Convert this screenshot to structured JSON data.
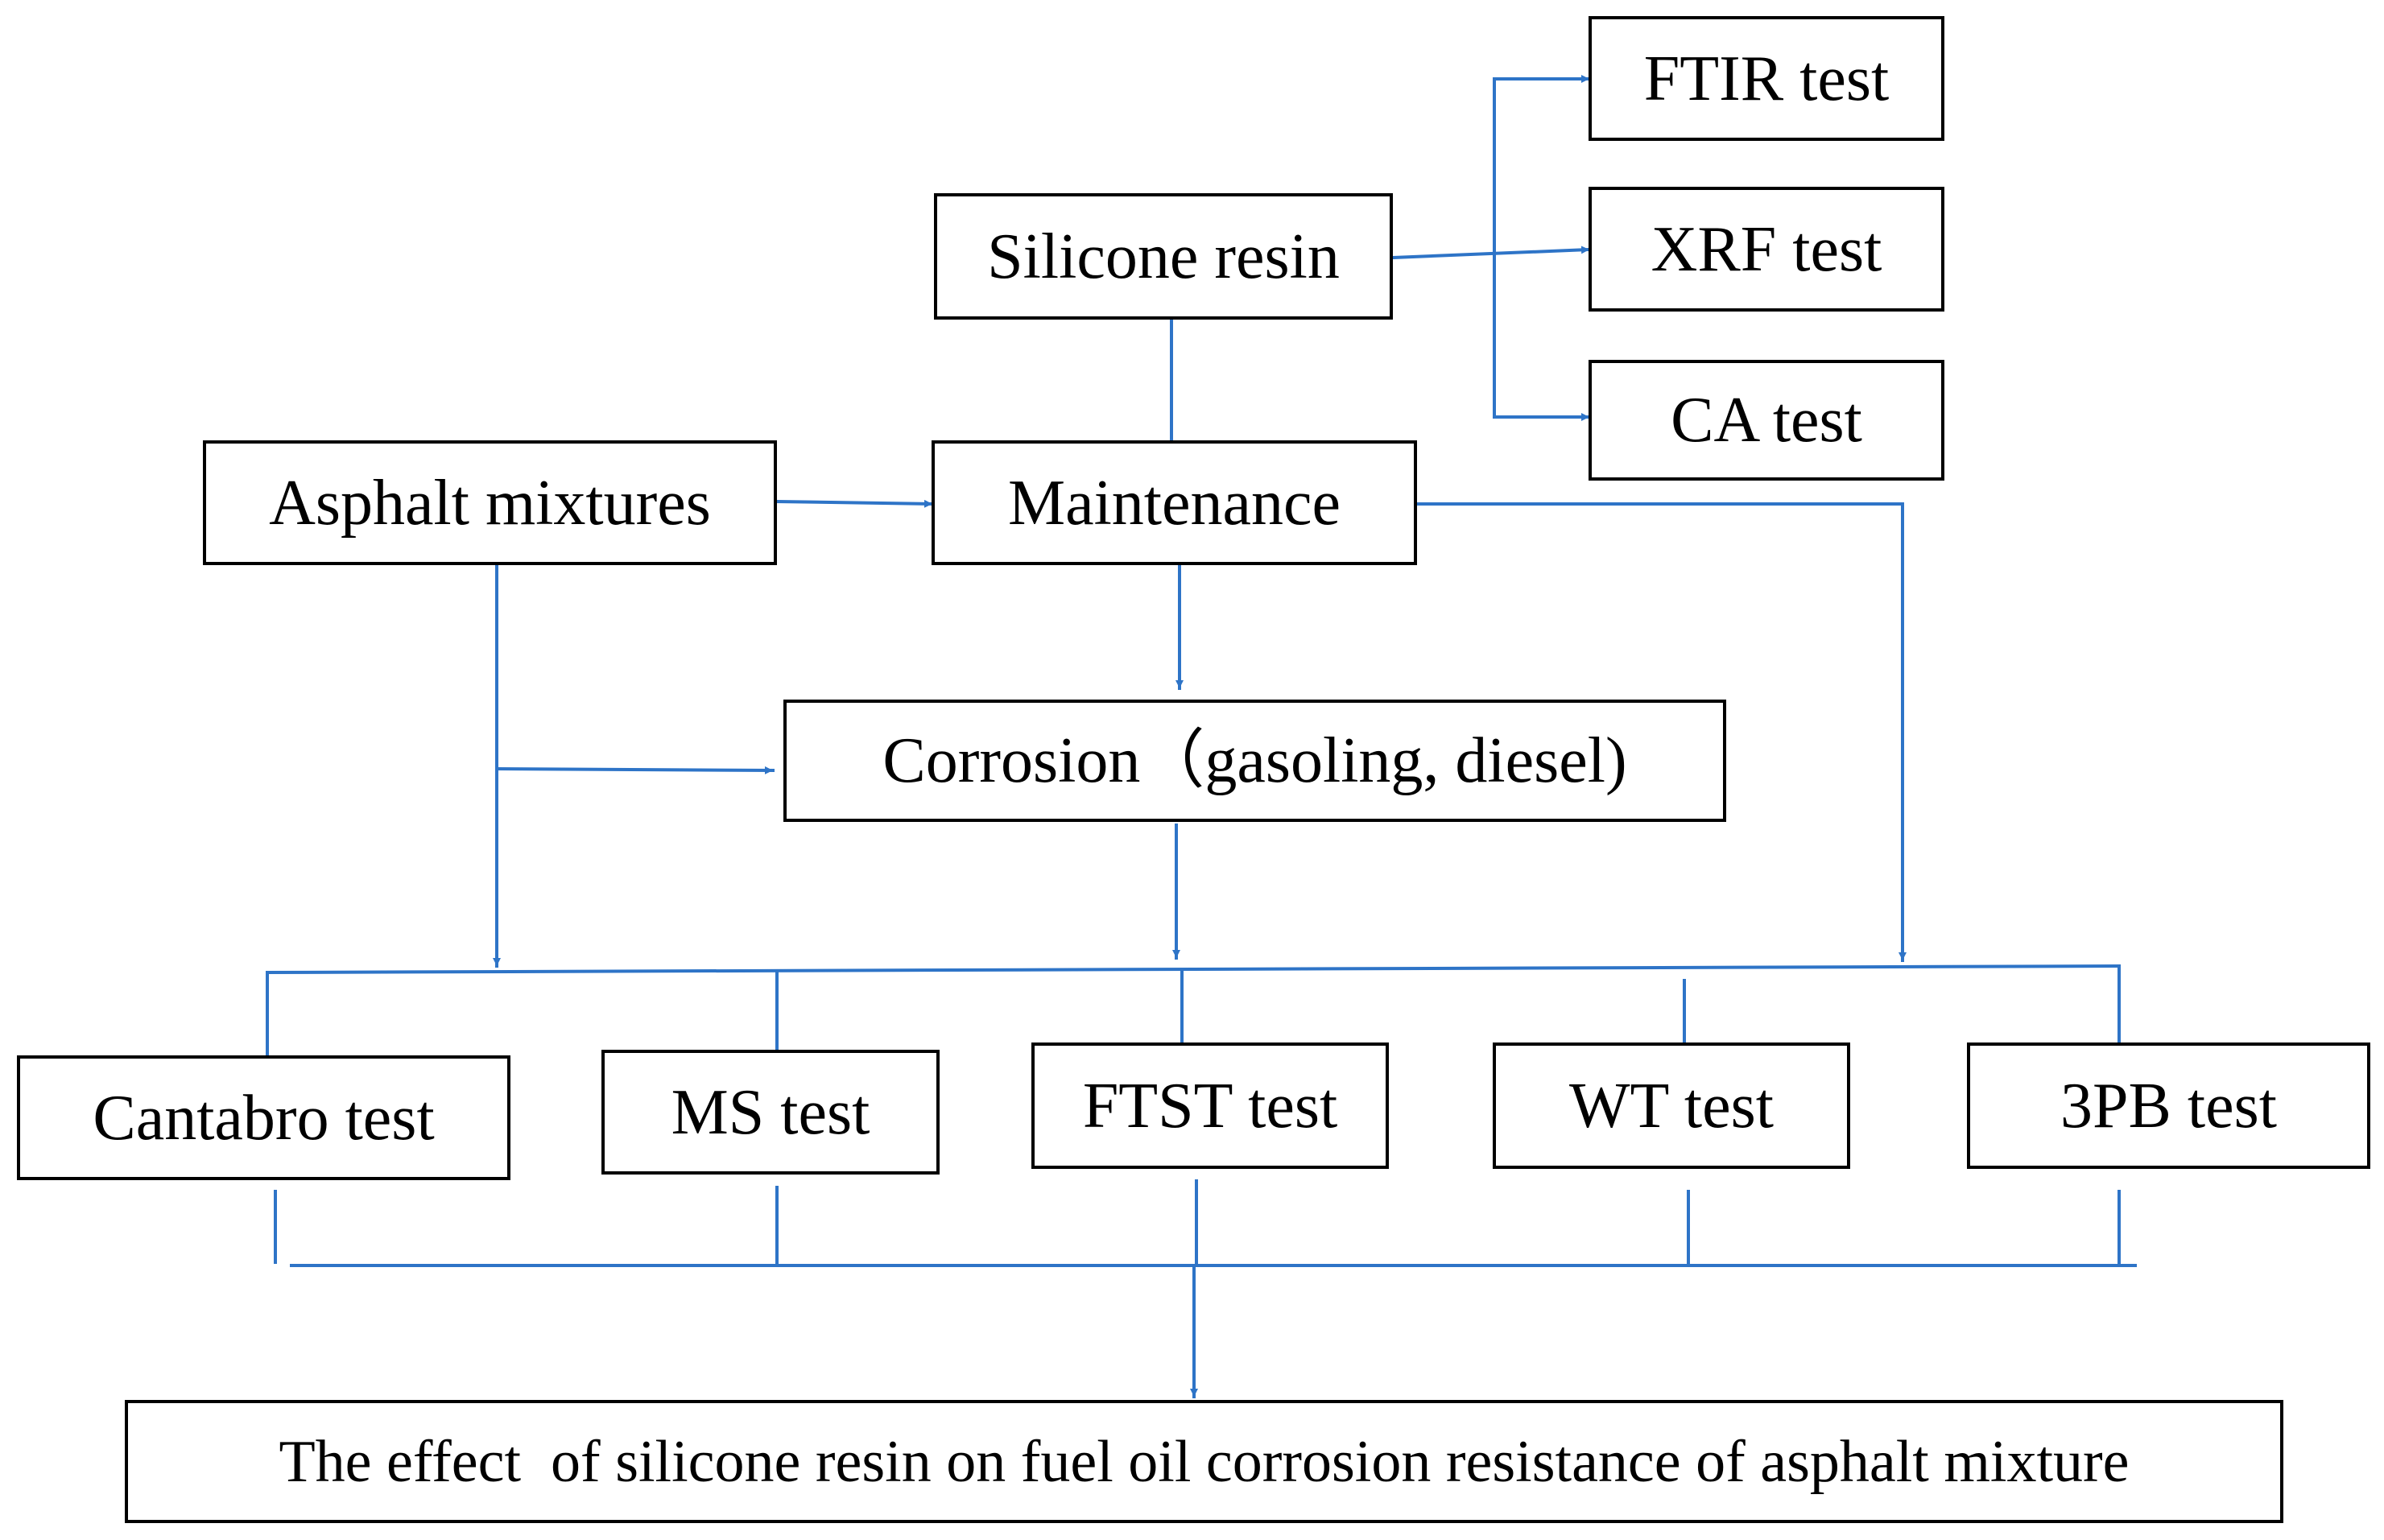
{
  "flowchart": {
    "line_color": "#2e74c7",
    "box_border_color": "#000000",
    "nodes": {
      "silicone_resin": "Silicone resin",
      "ftir_test": "FTIR test",
      "xrf_test": "XRF test",
      "ca_test": "CA test",
      "asphalt_mixtures": "Asphalt mixtures",
      "maintenance": "Maintenance",
      "corrosion": "Corrosion（gasoling, diesel)",
      "cantabro_test": "Cantabro test",
      "ms_test": "MS test",
      "ftst_test": "FTST test",
      "wt_test": "WT test",
      "pb3_test": "3PB test",
      "effect": "The effect  of silicone resin on fuel oil corrosion resistance of asphalt mixture"
    },
    "edges": [
      {
        "from": "silicone_resin",
        "to": "ftir_test"
      },
      {
        "from": "silicone_resin",
        "to": "xrf_test"
      },
      {
        "from": "silicone_resin",
        "to": "ca_test"
      },
      {
        "from": "silicone_resin",
        "to": "maintenance"
      },
      {
        "from": "asphalt_mixtures",
        "to": "maintenance"
      },
      {
        "from": "asphalt_mixtures",
        "to": "corrosion"
      },
      {
        "from": "asphalt_mixtures",
        "to": "test_group"
      },
      {
        "from": "maintenance",
        "to": "corrosion"
      },
      {
        "from": "maintenance",
        "to": "test_group"
      },
      {
        "from": "corrosion",
        "to": "test_group"
      },
      {
        "from": "test_group",
        "to": "cantabro_test"
      },
      {
        "from": "test_group",
        "to": "ms_test"
      },
      {
        "from": "test_group",
        "to": "ftst_test"
      },
      {
        "from": "test_group",
        "to": "wt_test"
      },
      {
        "from": "test_group",
        "to": "pb3_test"
      },
      {
        "from": "test_results",
        "to": "effect"
      }
    ]
  }
}
